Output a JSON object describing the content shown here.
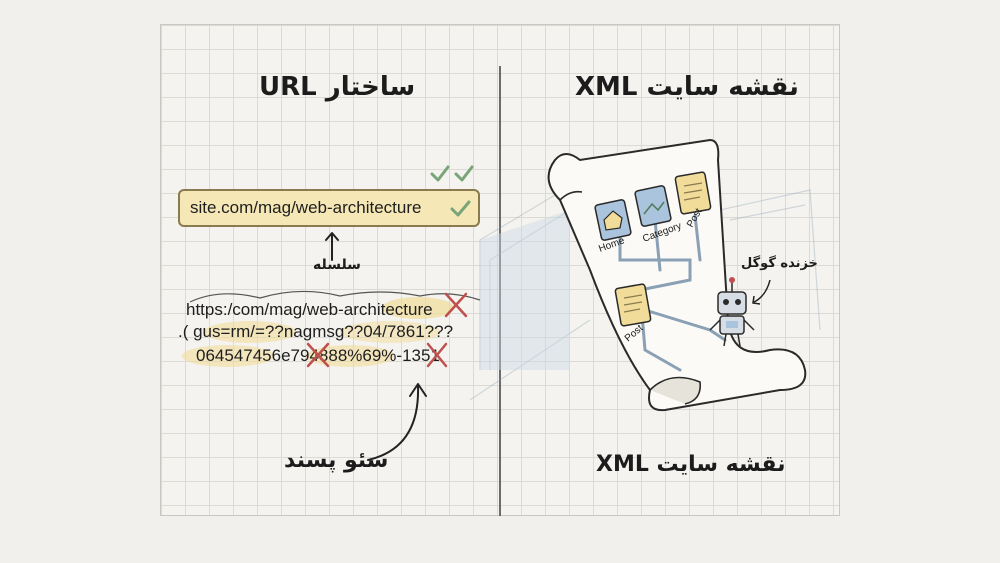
{
  "left_title": "ساختار URL",
  "right_title": "نقشه سایت XML",
  "bottom_right_label": "نقشه سایت XML",
  "clean_url": "site.com/mag/web-architecture",
  "hierarchy_label": "سلسله",
  "messy_url_lines": [
    "https:/com/mag/web-architecture",
    ".( gus=rm/=??nagmsg??04/7861???",
    "064547456e794888%69%-1351"
  ],
  "seo_label": "سئو پسند",
  "googlebot_label": "خزنده گوگل",
  "sitemap_nodes": [
    "Home",
    "Category",
    "Post",
    "Post"
  ],
  "colors": {
    "url_box": "#f6e7b6",
    "check_green": "#7aa57a",
    "cross_red": "#c0504d",
    "icon_blue": "#a9c4dc",
    "icon_yellow": "#f1dc9a"
  }
}
